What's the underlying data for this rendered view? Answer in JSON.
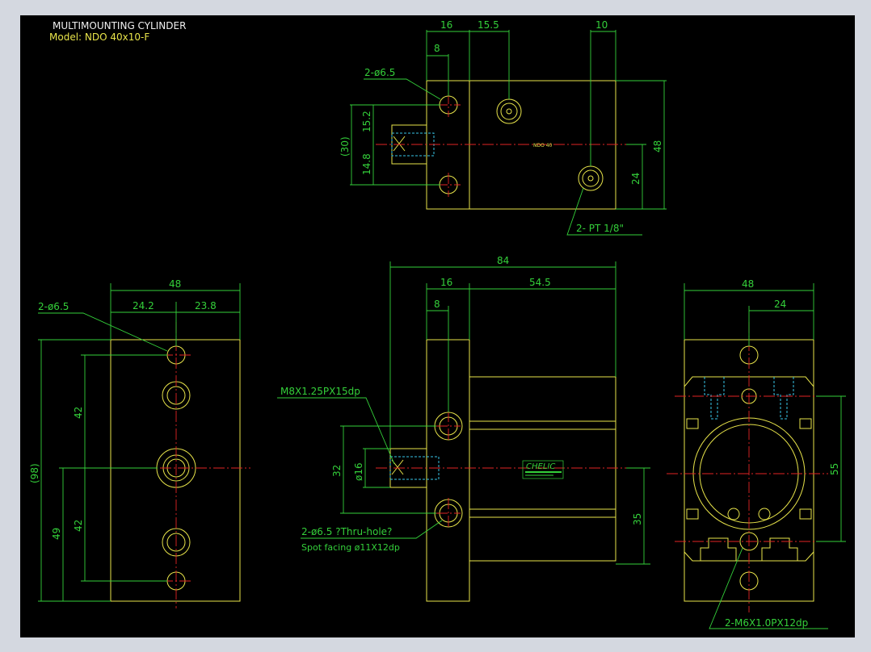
{
  "title": {
    "line1": "MULTIMOUNTING CYLINDER",
    "line2": "Model: NDO 40x10-F"
  },
  "colors": {
    "background": "#000000",
    "outline": "#e8e44a",
    "dimension": "#34d03a",
    "centerline": "#e22424",
    "hidden": "#39c6e8",
    "frame": "#d4d8e0"
  },
  "top_view": {
    "dim_16": "16",
    "dim_15_5": "15.5",
    "dim_10": "10",
    "dim_8": "8",
    "hole_note": "2-ø6.5",
    "dim_15_2": "15.2",
    "dim_14_8": "14.8",
    "dim_30": "(30)",
    "dim_48": "48",
    "dim_24": "24",
    "port_note": "2- PT 1/8\"",
    "label": "NDO 40"
  },
  "left_view": {
    "dim_48": "48",
    "dim_24_2": "24.2",
    "dim_23_8": "23.8",
    "hole_note": "2-ø6.5",
    "dim_98": "(98)",
    "dim_42a": "42",
    "dim_42b": "42",
    "dim_49": "49"
  },
  "front_view": {
    "dim_84": "84",
    "dim_16": "16",
    "dim_54_5": "54.5",
    "dim_8": "8",
    "thread_note": "M8X1.25PX15dp",
    "dim_32": "32",
    "dim_16_dia": "ø16",
    "dim_35": "35",
    "hole_note": "2-ø6.5 ?Thru-hole?",
    "spot_note": "Spot facing  ø11X12dp",
    "logo": "CHELIC"
  },
  "right_view": {
    "dim_48": "48",
    "dim_24": "24",
    "dim_55": "55",
    "thread_note": "2-M6X1.0PX12dp"
  }
}
